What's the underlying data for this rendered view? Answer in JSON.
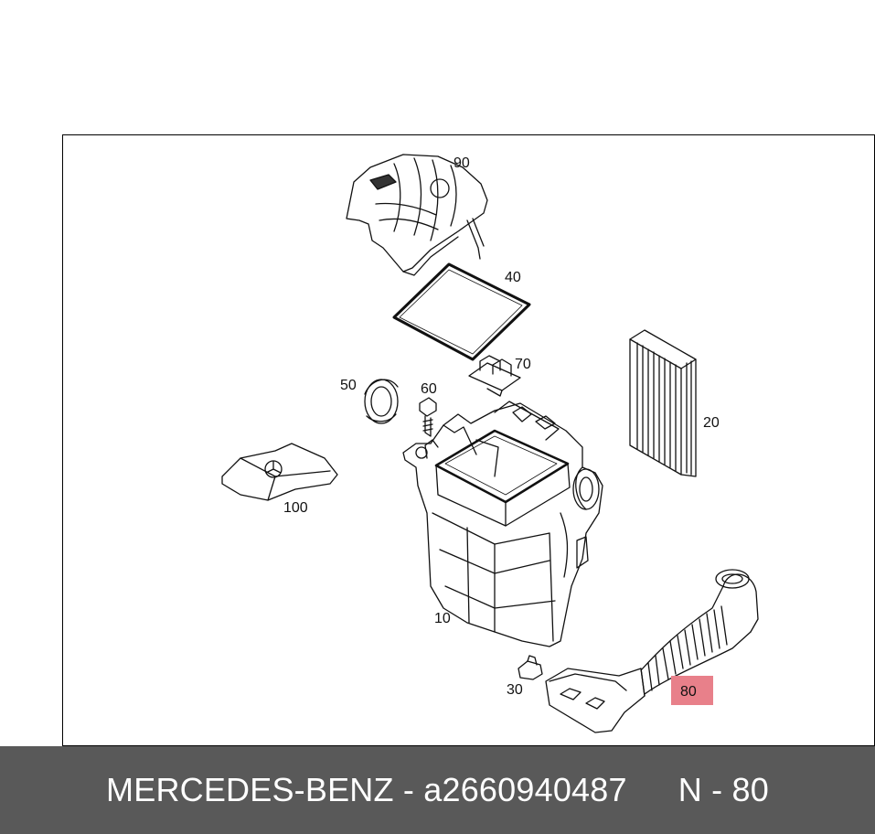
{
  "callouts": {
    "c90": "90",
    "c40": "40",
    "c70": "70",
    "c50": "50",
    "c60": "60",
    "c20": "20",
    "c100": "100",
    "c10": "10",
    "c30": "30",
    "c80": "80"
  },
  "highlight_color": "#e8808a",
  "footer": {
    "part_text": "MERCEDES-BENZ - a2660940487",
    "position_text": "N - 80",
    "background": "#595959"
  }
}
